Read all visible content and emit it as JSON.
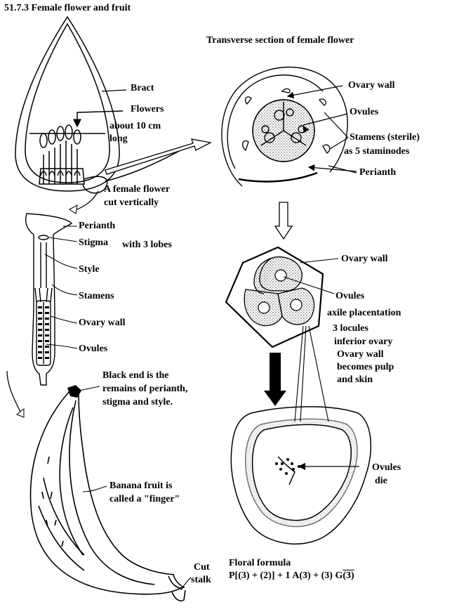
{
  "title": "51.7.3  Female flower and fruit",
  "inflorescence": {
    "bract": "Bract",
    "flowers": "Flowers",
    "size_line1": "about 10 cm",
    "size_line2": "long"
  },
  "vertical_section": {
    "caption_line1": "A female flower",
    "caption_line2": "cut vertically",
    "perianth": "Perianth",
    "stigma": "Stigma",
    "stigma_note": "with 3 lobes",
    "style": "Style",
    "stamens": "Stamens",
    "ovary_wall": "Ovary wall",
    "ovules": "Ovules"
  },
  "transverse_section": {
    "title": "Transverse section of female flower",
    "ovary_wall": "Ovary wall",
    "ovules": "Ovules",
    "stamens": "Stamens (sterile)",
    "stamens_note": "as 5 staminodes",
    "perianth": "Perianth"
  },
  "ovary": {
    "ovary_wall": "Ovary wall",
    "ovules": "Ovules",
    "placentation": "axile placentation",
    "locules": "3 locules",
    "inferior": "inferior ovary",
    "pulp_line1": "Ovary wall",
    "pulp_line2": "becomes pulp",
    "pulp_line3": "and skin"
  },
  "fruit_section": {
    "ovules_line1": "Ovules",
    "ovules_line2": "die"
  },
  "banana": {
    "black_end_line1": "Black end is the",
    "black_end_line2": "remains of perianth,",
    "black_end_line3": "stigma and style.",
    "finger_line1": "Banana fruit is",
    "finger_line2": "called a \"finger\"",
    "cut_line1": "Cut",
    "cut_line2": "stalk"
  },
  "formula": {
    "heading": "Floral formula",
    "text": "P[(3) + (2)] + 1 A(3) + (3) G",
    "ovary_part": "(3)"
  }
}
